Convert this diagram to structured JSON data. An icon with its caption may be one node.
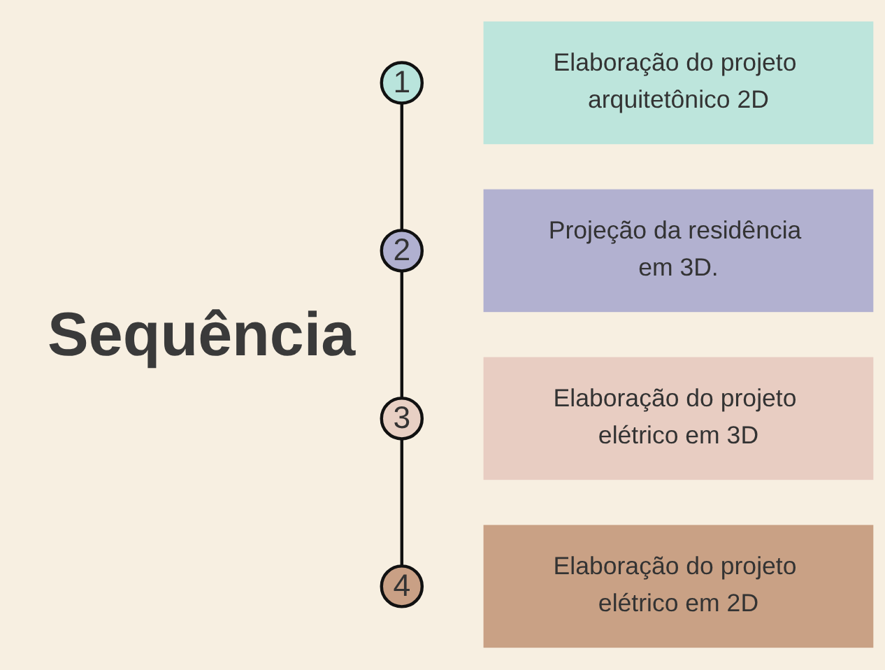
{
  "diagram": {
    "title": "Sequência",
    "nodes": [
      {
        "text": [
          "1"
        ]
      },
      {
        "text": [
          "Elaboração do projeto arquitetônico 2D"
        ]
      },
      {
        "text": [
          "2"
        ]
      },
      {
        "text": [
          "Projeção da residência em 3D."
        ]
      },
      {
        "text": [
          "3"
        ]
      },
      {
        "text": [
          "Elaboração do projeto elétrico em 3D"
        ]
      },
      {
        "text": [
          "4"
        ]
      },
      {
        "text": [
          "Elaboração do projeto elétrico em 2D"
        ]
      }
    ],
    "edges": [
      {
        "from": 0,
        "to": 2,
        "arrow": "none"
      },
      {
        "from": 2,
        "to": 4,
        "arrow": "none"
      },
      {
        "from": 4,
        "to": 6,
        "arrow": "none"
      }
    ]
  }
}
